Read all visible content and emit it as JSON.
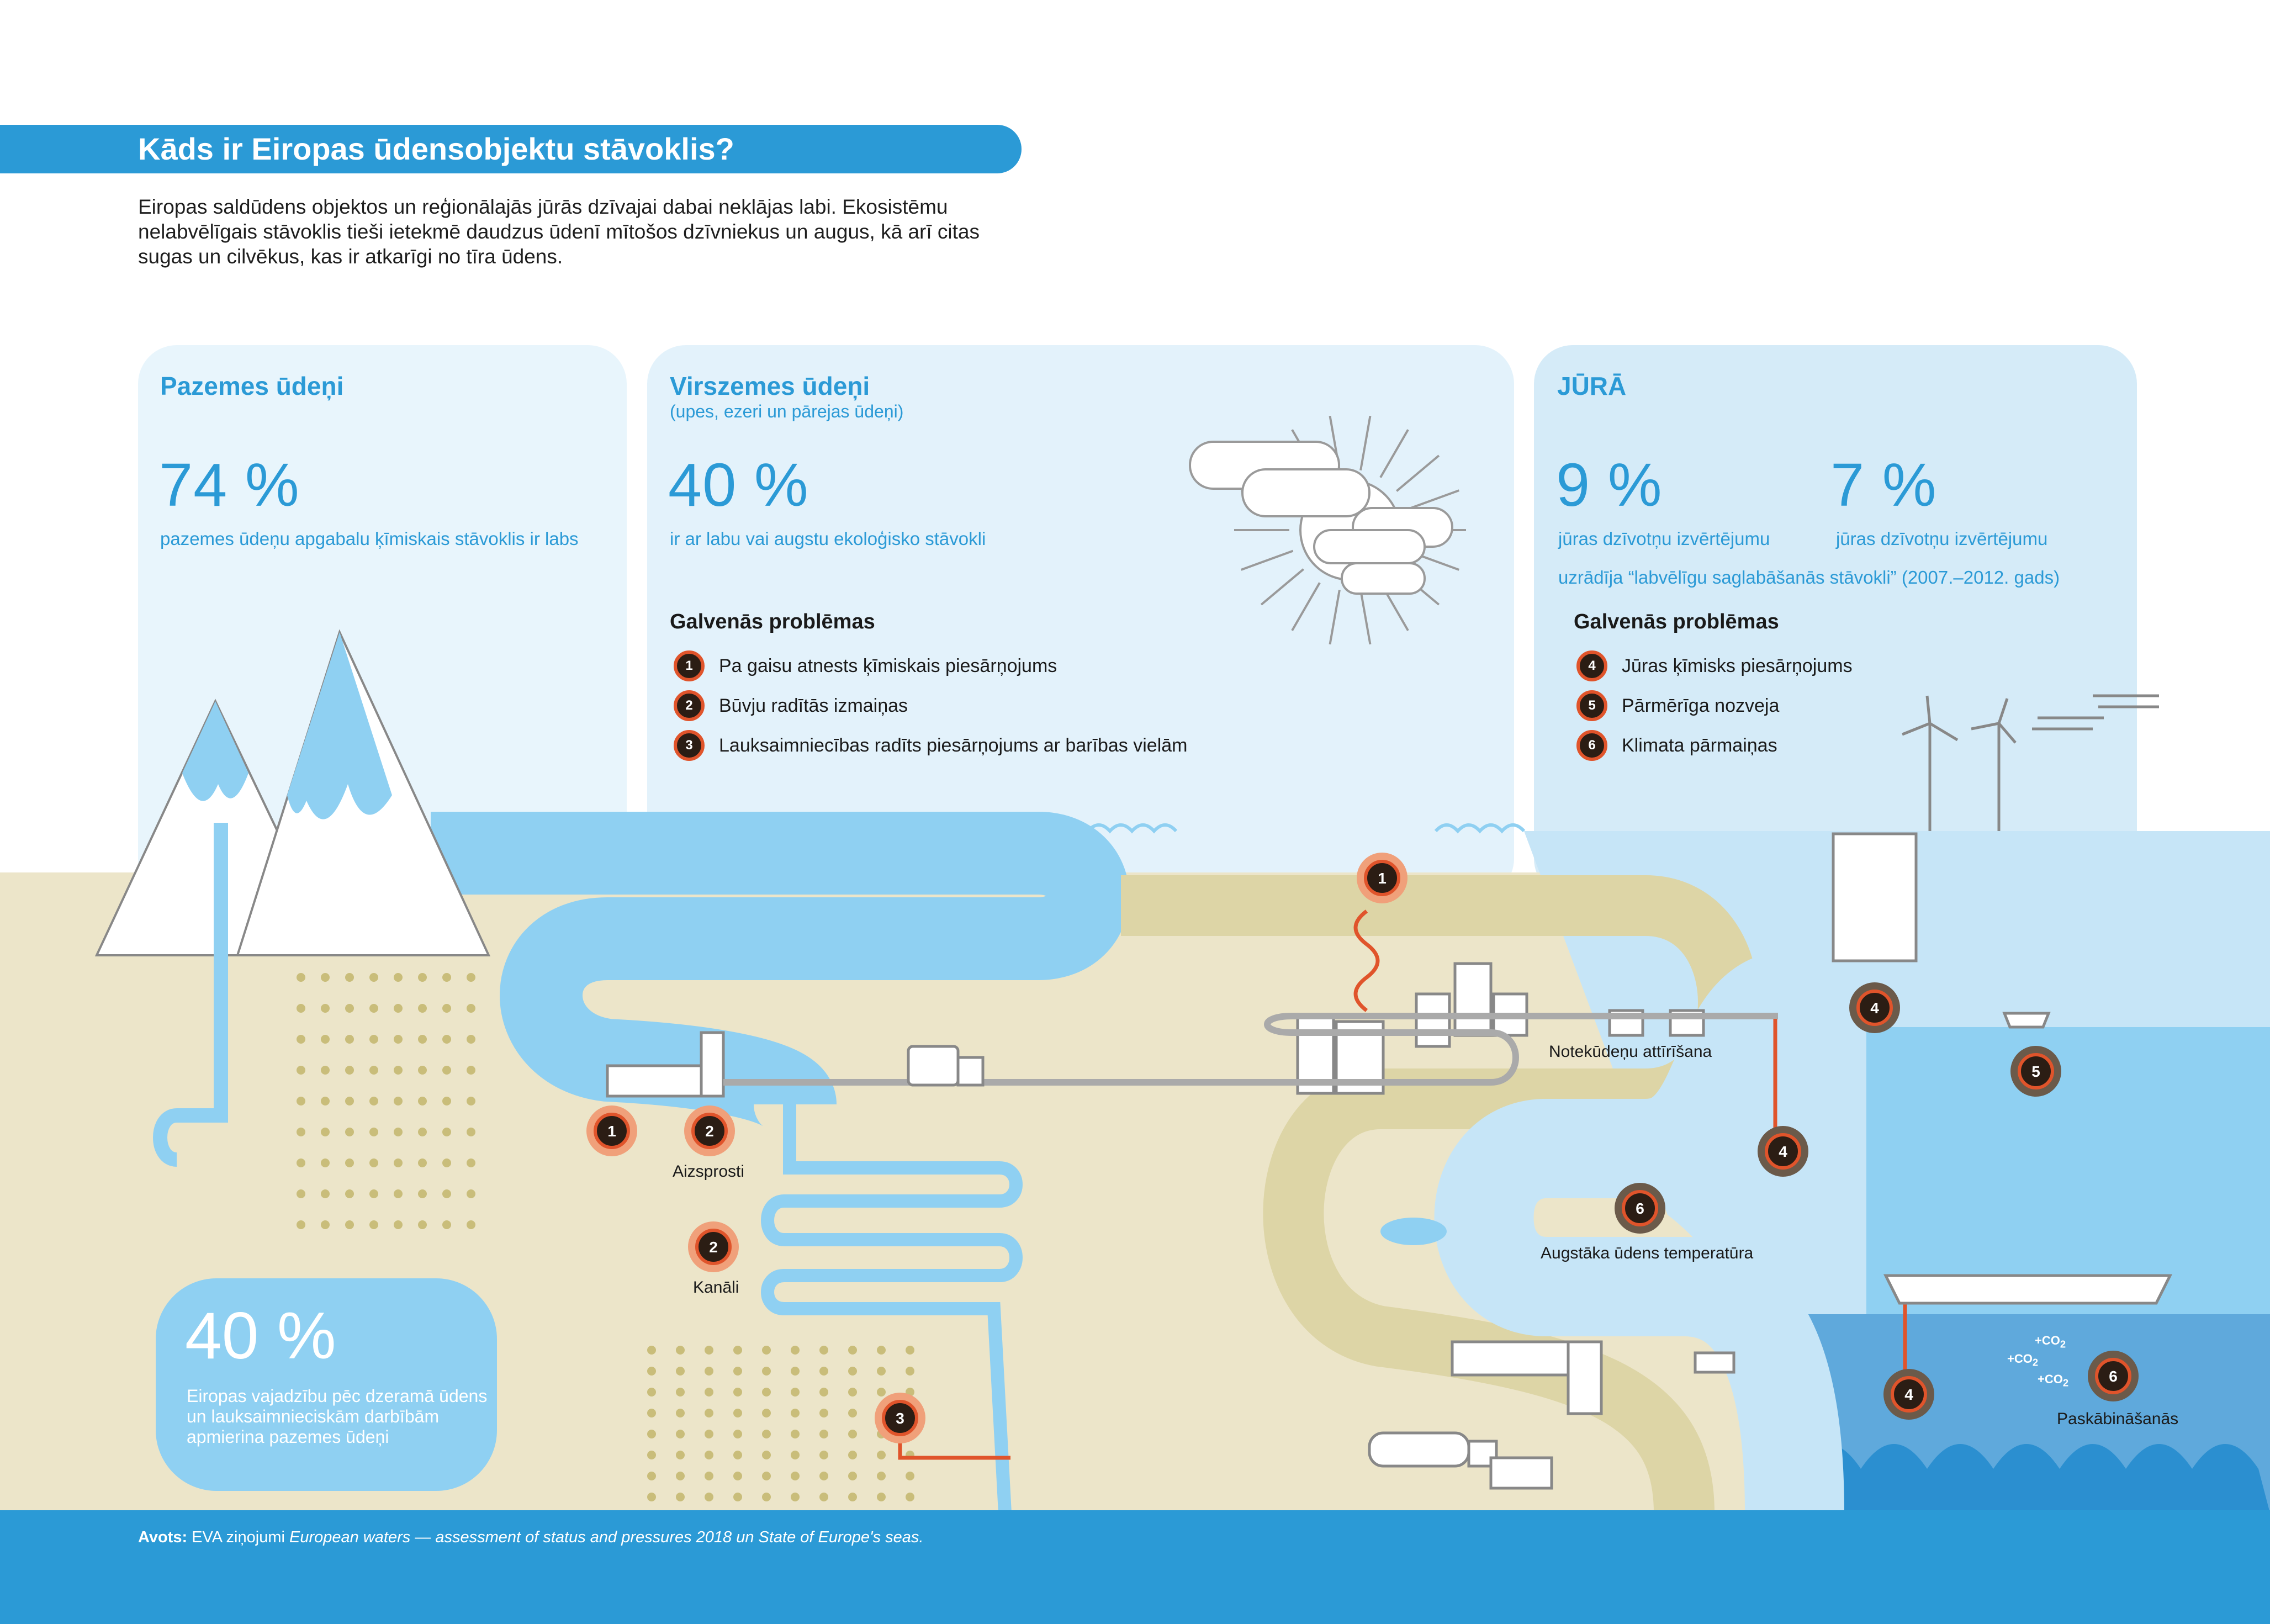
{
  "header": {
    "title": "Kāds ir Eiropas ūdensobjektu stāvoklis?",
    "intro": "Eiropas saldūdens objektos un reģionālajās jūrās dzīvajai dabai neklājas labi. Ekosistēmu nelabvēlīgais stāvoklis tieši ietekmē daudzus ūdenī mītošos dzīvniekus un augus, kā arī citas sugas un cilvēkus, kas ir atkarīgi no tīra ūdens."
  },
  "groundwater": {
    "title": "Pazemes ūdeņi",
    "percent": "74 %",
    "description": "pazemes ūdeņu apgabalu ķīmiskais stāvoklis ir labs",
    "box_percent": "40 %",
    "box_description": "Eiropas vajadzību pēc dzeramā ūdens un lauksaimnieciskām darbībām apmierina pazemes ūdeņi"
  },
  "surface": {
    "title": "Virszemes ūdeņi",
    "subtitle": "(upes, ezeri un pārejas ūdeņi)",
    "percent": "40 %",
    "description": "ir ar labu vai augstu ekoloģisko stāvokli",
    "problems_title": "Galvenās problēmas",
    "problems": [
      {
        "num": "1",
        "label": "Pa gaisu atnests ķīmiskais piesārņojums"
      },
      {
        "num": "2",
        "label": "Būvju radītās izmaiņas"
      },
      {
        "num": "3",
        "label": "Lauksaimniecības radīts piesārņojums ar barības vielām"
      }
    ]
  },
  "sea": {
    "title": "JŪRĀ",
    "percent_a": "9 %",
    "desc_a": "jūras dzīvotņu izvērtējumu",
    "percent_b": "7 %",
    "desc_b": "jūras dzīvotņu izvērtējumu",
    "desc_common": "uzrādīja “labvēlīgu saglabāšanās stāvokli” (2007.–2012. gads)",
    "problems_title": "Galvenās problēmas",
    "problems": [
      {
        "num": "4",
        "label": "Jūras ķīmisks piesārņojums"
      },
      {
        "num": "5",
        "label": "Pārmērīga nozveja"
      },
      {
        "num": "6",
        "label": "Klimata pārmaiņas"
      }
    ]
  },
  "map_labels": {
    "dams": "Aizsprosti",
    "canals": "Kanāli",
    "wastewater": "Notekūdeņu attīrīšana",
    "temperature": "Augstāka ūdens temperatūra",
    "acidification": "Paskābināšanās",
    "co2": "+CO"
  },
  "markers": [
    "1",
    "2",
    "2",
    "1",
    "3",
    "4",
    "4",
    "5",
    "6",
    "4",
    "6"
  ],
  "footer": {
    "source_label": "Avots:",
    "source_pre": " EVA ziņojumi ",
    "source_italic": "European waters — assessment of status and pressures 2018 un State of Europe's seas."
  },
  "colors": {
    "blue": "#2b9ad6",
    "light_blue": "#8fd0f2",
    "pale_blue": "#e2f1fa",
    "land": "#ece5c9",
    "orange": "#e0542b",
    "dark": "#2b1d14"
  }
}
